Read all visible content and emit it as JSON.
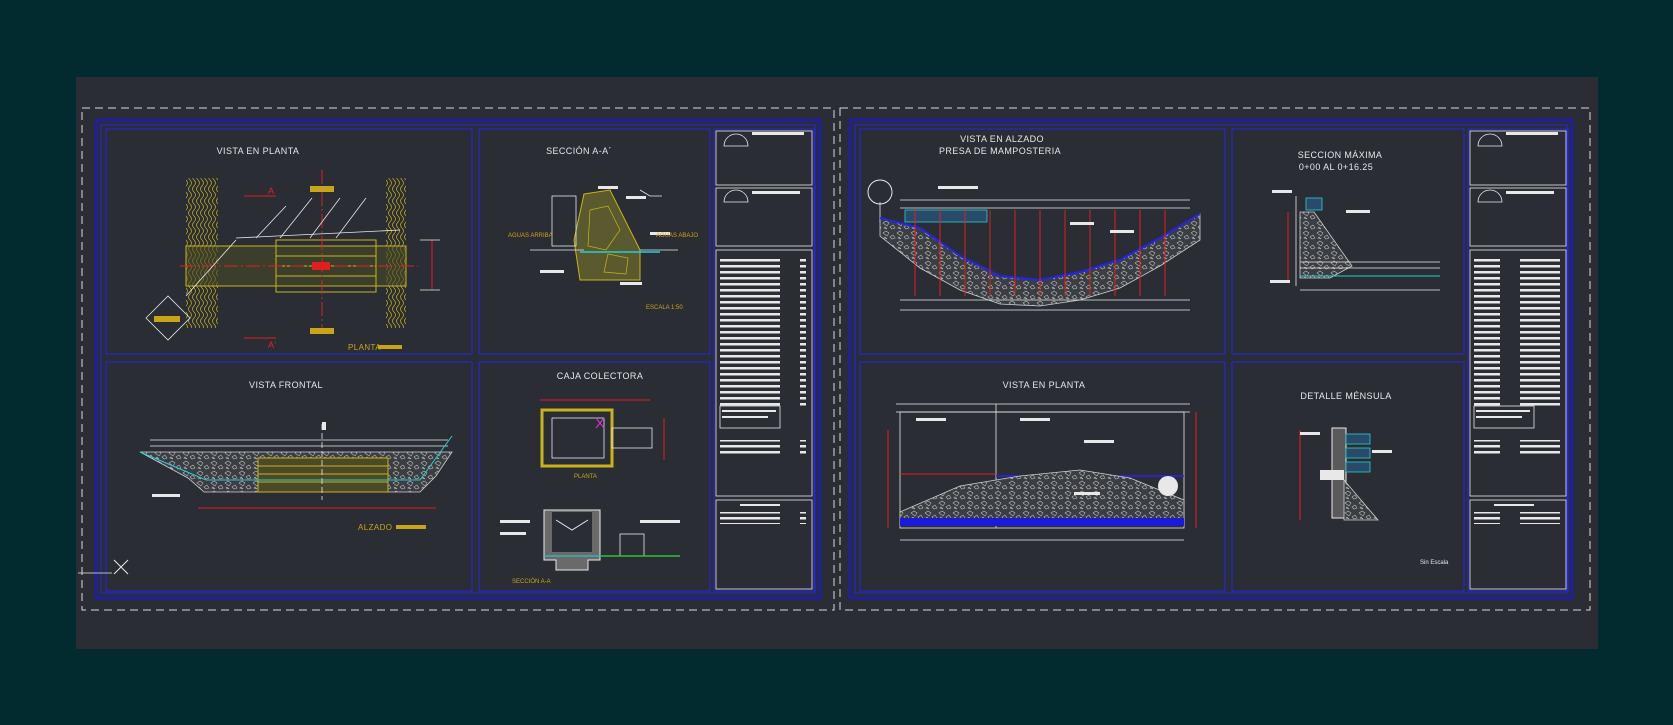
{
  "colors": {
    "background": "#022b30",
    "sheet": "#2a2e34",
    "frame_blue": "#1818d8",
    "line_white": "#e8e8e8",
    "line_red": "#e02020",
    "line_yellow": "#c8b41a",
    "line_cyan": "#22d0d0",
    "line_green": "#30c030"
  },
  "sheet1": {
    "plan_view": {
      "title": "VISTA EN PLANTA",
      "caption": "PLANTA",
      "marker_a_top": "A",
      "marker_a_bottom": "A'"
    },
    "section_aa": {
      "title": "SECCIÓN A-A´",
      "label_left": "AGUAS ARRIBA",
      "label_right": "AGUAS ABAJO",
      "scale": "ESCALA 1:50"
    },
    "front_view": {
      "title": "VISTA FRONTAL",
      "caption": "ALZADO"
    },
    "collector_box": {
      "title": "CAJA COLECTORA",
      "plan_caption": "PLANTA",
      "section_caption": "SECCIÓN A-A"
    }
  },
  "sheet2": {
    "elevation_view": {
      "title_line1": "VISTA EN ALZADO",
      "title_line2": "PRESA DE MAMPOSTERIA"
    },
    "max_section": {
      "title_line1": "SECCION MÁXIMA",
      "title_line2": "0+00 AL 0+16.25"
    },
    "plan_view": {
      "title": "VISTA EN PLANTA"
    },
    "bracket_detail": {
      "title": "DETALLE MÉNSULA",
      "note": "Sin Escala"
    }
  }
}
